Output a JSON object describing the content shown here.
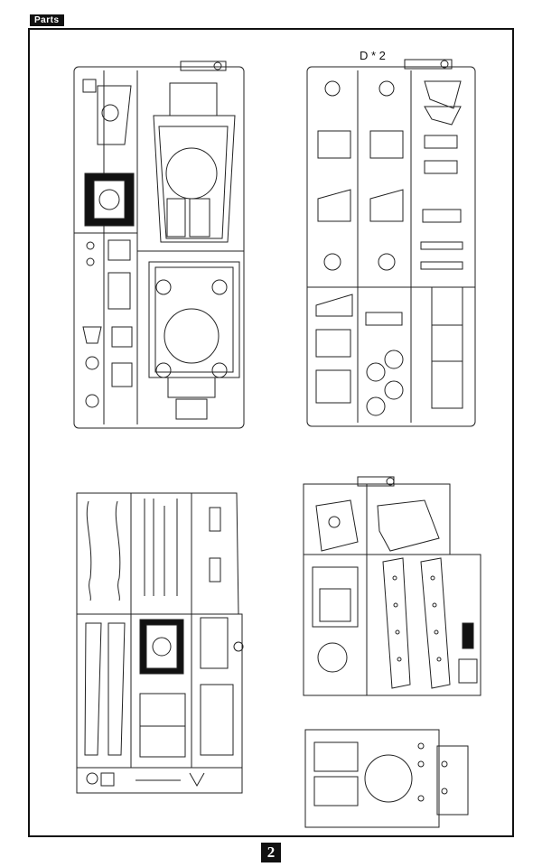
{
  "header": {
    "section_tag": "Parts"
  },
  "sprues": {
    "top_right_label": "D * 2"
  },
  "footer": {
    "page_number": "2"
  }
}
